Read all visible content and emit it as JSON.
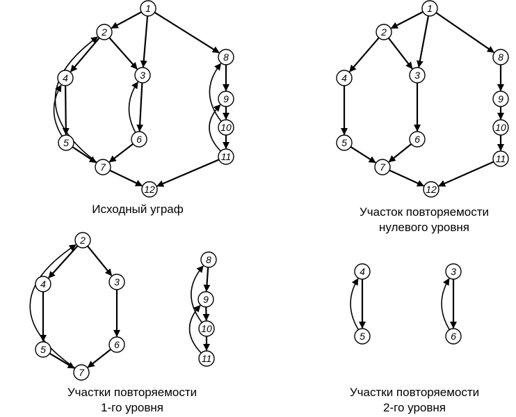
{
  "captions": {
    "original": "Исходный уграф",
    "level0_line1": "Участок повторяемости",
    "level0_line2": "нулевого уровня",
    "level1_line1": "Участки повторяемости",
    "level1_line2": "1-го уровня",
    "level2_line1": "Участки повторяемости",
    "level2_line2": "2-го уровня"
  },
  "graphs": [
    {
      "id": "original",
      "nodes": [
        "1",
        "2",
        "3",
        "4",
        "5",
        "6",
        "7",
        "8",
        "9",
        "10",
        "11",
        "12"
      ],
      "edges": [
        [
          "1",
          "2"
        ],
        [
          "1",
          "3"
        ],
        [
          "1",
          "8"
        ],
        [
          "2",
          "4"
        ],
        [
          "2",
          "3"
        ],
        [
          "4",
          "5"
        ],
        [
          "5",
          "4"
        ],
        [
          "5",
          "7"
        ],
        [
          "7",
          "2"
        ],
        [
          "3",
          "6"
        ],
        [
          "6",
          "3"
        ],
        [
          "6",
          "7"
        ],
        [
          "7",
          "12"
        ],
        [
          "8",
          "9"
        ],
        [
          "10",
          "8"
        ],
        [
          "9",
          "10"
        ],
        [
          "10",
          "11"
        ],
        [
          "11",
          "9"
        ],
        [
          "11",
          "12"
        ]
      ]
    },
    {
      "id": "level0",
      "nodes": [
        "1",
        "2",
        "3",
        "4",
        "5",
        "6",
        "7",
        "8",
        "9",
        "10",
        "11",
        "12"
      ],
      "edges": [
        [
          "1",
          "2"
        ],
        [
          "1",
          "3"
        ],
        [
          "1",
          "8"
        ],
        [
          "2",
          "4"
        ],
        [
          "2",
          "3"
        ],
        [
          "4",
          "5"
        ],
        [
          "5",
          "7"
        ],
        [
          "3",
          "6"
        ],
        [
          "6",
          "7"
        ],
        [
          "7",
          "12"
        ],
        [
          "8",
          "9"
        ],
        [
          "9",
          "10"
        ],
        [
          "10",
          "11"
        ],
        [
          "11",
          "12"
        ]
      ]
    },
    {
      "id": "level1-a",
      "nodes": [
        "2",
        "3",
        "4",
        "5",
        "6",
        "7"
      ],
      "edges": [
        [
          "2",
          "4"
        ],
        [
          "2",
          "3"
        ],
        [
          "4",
          "5"
        ],
        [
          "5",
          "7"
        ],
        [
          "3",
          "6"
        ],
        [
          "6",
          "7"
        ],
        [
          "7",
          "2"
        ]
      ]
    },
    {
      "id": "level1-b",
      "nodes": [
        "8",
        "9",
        "10",
        "11"
      ],
      "edges": [
        [
          "8",
          "9"
        ],
        [
          "9",
          "10"
        ],
        [
          "10",
          "11"
        ],
        [
          "10",
          "8"
        ],
        [
          "11",
          "9"
        ]
      ]
    },
    {
      "id": "level2-a",
      "nodes": [
        "4",
        "5"
      ],
      "edges": [
        [
          "4",
          "5"
        ],
        [
          "5",
          "4"
        ]
      ]
    },
    {
      "id": "level2-b",
      "nodes": [
        "3",
        "6"
      ],
      "edges": [
        [
          "3",
          "6"
        ],
        [
          "6",
          "3"
        ]
      ]
    }
  ]
}
